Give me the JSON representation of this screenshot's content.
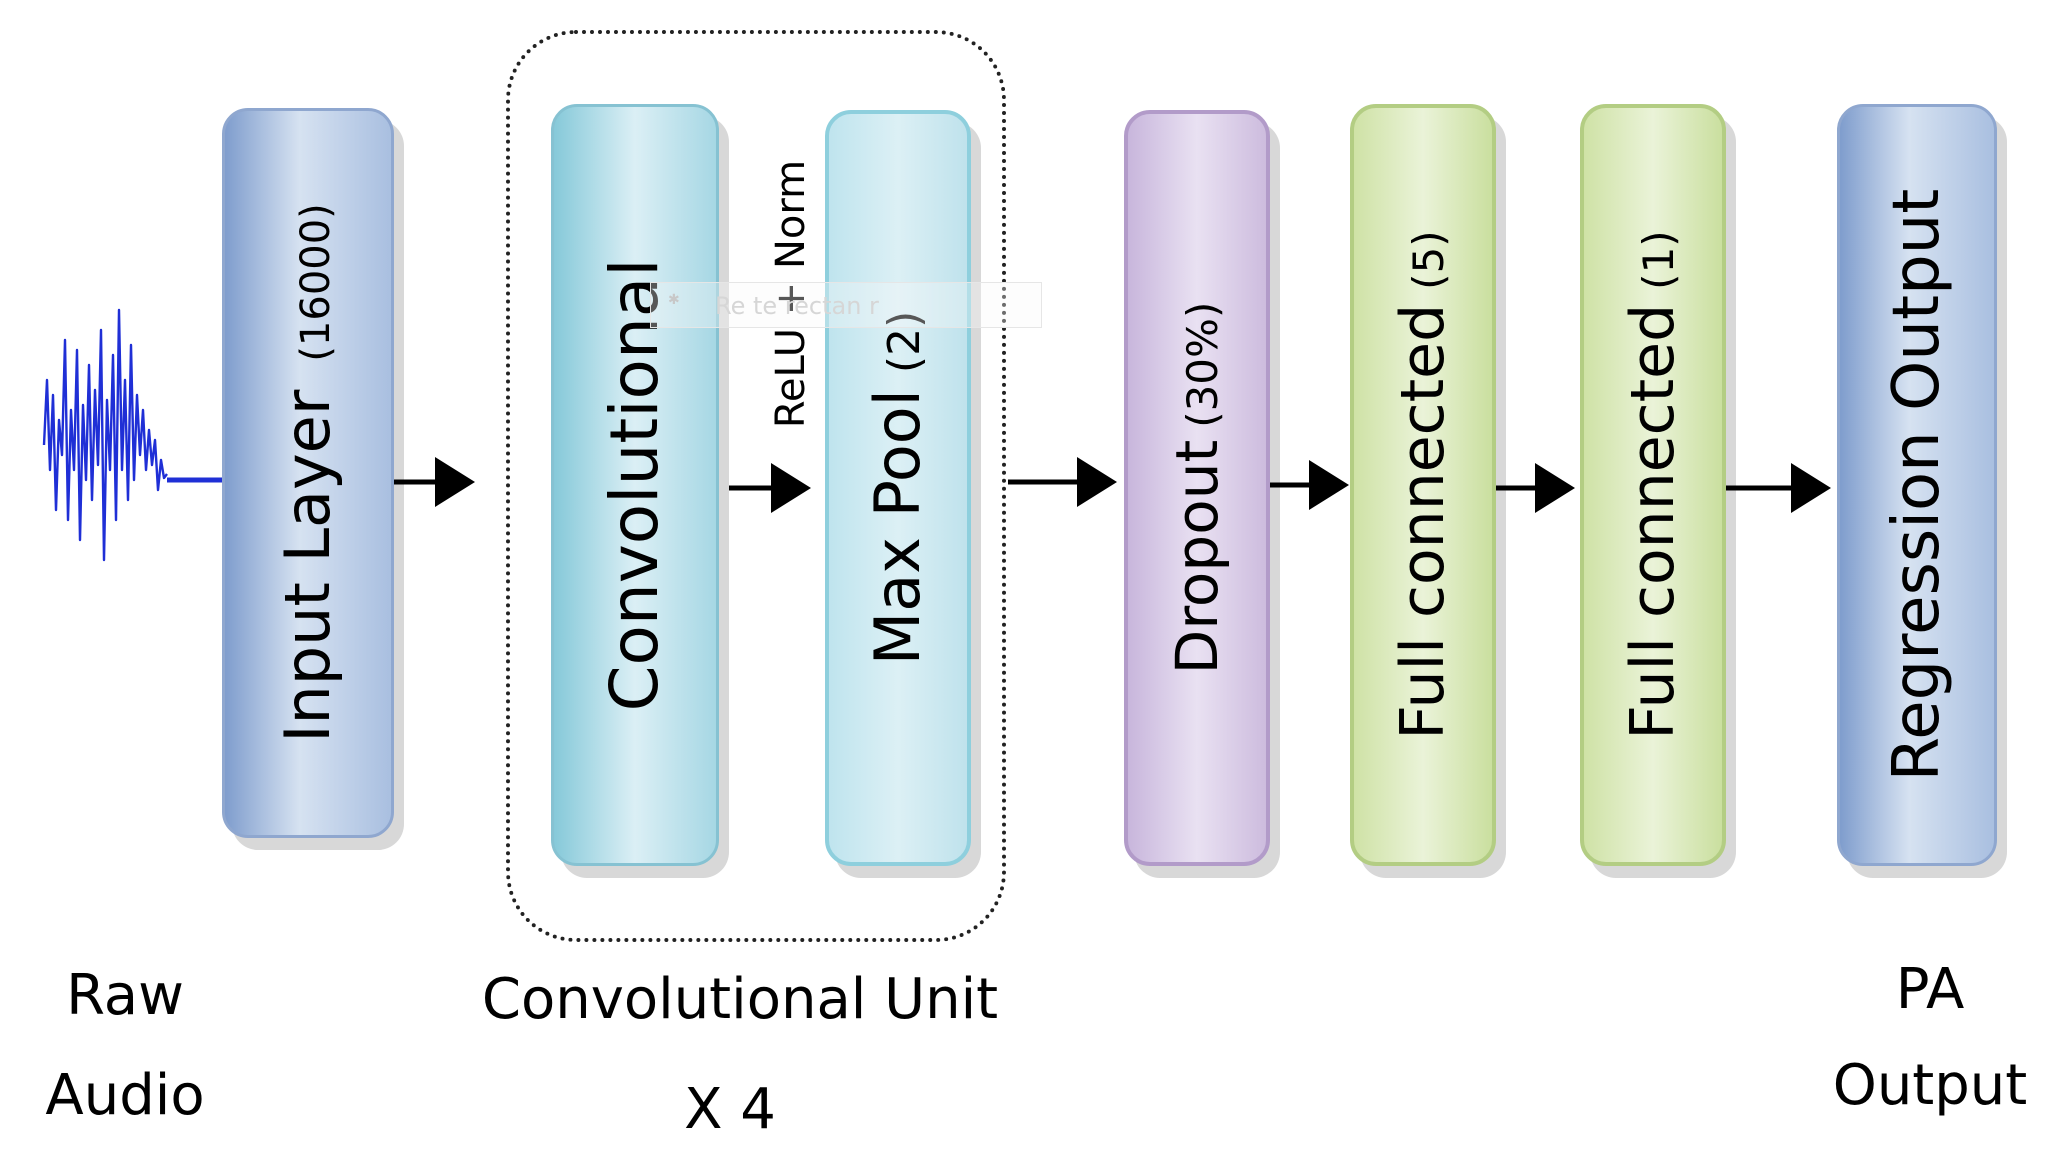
{
  "raw_audio": {
    "line1": "Raw",
    "line2": "Audio"
  },
  "layers": {
    "input": {
      "name": "Input Layer",
      "param": "(16000)"
    },
    "conv": {
      "name": "Convolutional"
    },
    "relu_norm": "ReLU + Norm",
    "pool": {
      "name": "Max Pool",
      "param": "(2)"
    },
    "dropout": {
      "name": "Dropout",
      "param": "(30%)"
    },
    "fc5": {
      "name": "Full connected",
      "param": "(5)"
    },
    "fc1": {
      "name": "Full connected",
      "param": "(1)"
    },
    "regression": {
      "name": "Regression Output"
    }
  },
  "conv_unit": {
    "label": "Convolutional Unit",
    "repeat": "X 4"
  },
  "output": {
    "line1": "PA",
    "line2": "Output"
  },
  "overlay_hint": "Re   te rectan   r",
  "colors": {
    "input_blue": "#a9bfe0",
    "conv_cyan": "#86c9d9",
    "pool_cyan": "#bfe4ee",
    "dropout_purple": "#c8b6dc",
    "fc_green": "#cfe2a6",
    "waveform_blue": "#1f2fd6"
  }
}
